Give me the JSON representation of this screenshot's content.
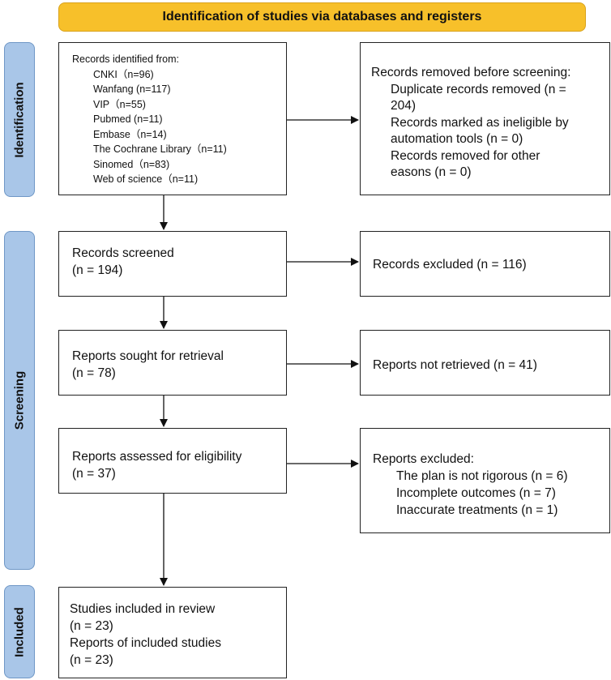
{
  "header": {
    "title": "Identification of studies via databases and registers"
  },
  "phases": {
    "identification": "Identification",
    "screening": "Screening",
    "included": "Included"
  },
  "identification_box": {
    "heading": "Records identified from:",
    "sources": [
      "CNKI（n=96)",
      "Wanfang  (n=117)",
      "VIP（n=55)",
      "Pubmed  (n=11)",
      "Embase（n=14)",
      "The Cochrane Library（n=11)",
      "Sinomed（n=83)",
      "Web of science（n=11)"
    ]
  },
  "removed_box": {
    "heading": "Records removed before screening:",
    "lines": [
      "Duplicate records removed (n =",
      "204)",
      "Records marked as ineligible by",
      "automation tools (n = 0)",
      "Records removed for other",
      "easons (n = 0)"
    ]
  },
  "screened_box": {
    "label": "Records screened",
    "count": "(n = 194)"
  },
  "excluded_box": {
    "label": "Records excluded (n = 116)"
  },
  "sought_box": {
    "label": "Reports sought for retrieval",
    "count": "(n = 78)"
  },
  "not_retrieved_box": {
    "label": "Reports not retrieved (n = 41)"
  },
  "assessed_box": {
    "label": "Reports assessed for eligibility",
    "count": "(n = 37)"
  },
  "reports_excluded_box": {
    "heading": "Reports excluded:",
    "reasons": [
      "The plan is not rigorous (n = 6)",
      "Incomplete outcomes (n = 7)",
      "Inaccurate treatments (n = 1)"
    ]
  },
  "included_box": {
    "lines": [
      "Studies included in review",
      "(n = 23)",
      "Reports of included studies",
      "(n = 23)"
    ]
  },
  "colors": {
    "header_fill": "#f7c02a",
    "phase_fill": "#a9c6e8",
    "box_border": "#222222"
  }
}
